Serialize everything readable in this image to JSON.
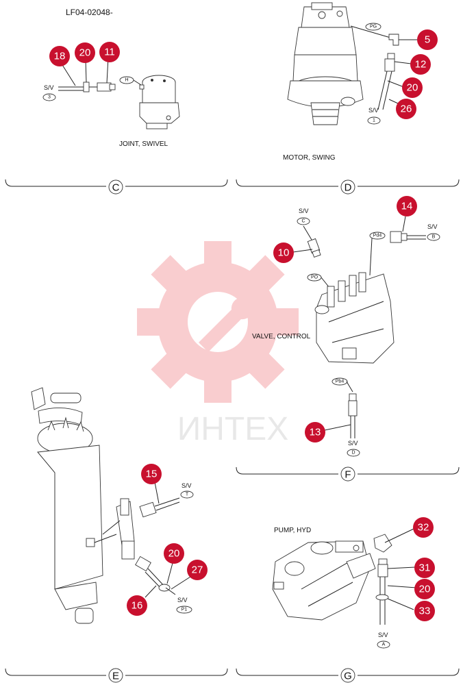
{
  "header": {
    "code": "LF04-02048-"
  },
  "watermark": {
    "text": "ИНТЕХ",
    "gear_color": "#e8202a"
  },
  "colors": {
    "callout": "#c8102e",
    "ink": "#111111"
  },
  "sections": {
    "C": {
      "label": "C",
      "component": "JOINT, SWIVEL",
      "port": "H",
      "sv_tag": "3",
      "sv_label": "S/V",
      "callouts": [
        "18",
        "20",
        "11"
      ]
    },
    "D": {
      "label": "D",
      "component": "MOTOR, SWING",
      "port": "PG",
      "sv_tag": "1",
      "sv_label": "S/V",
      "callouts": [
        "5",
        "12",
        "20",
        "26"
      ]
    },
    "F": {
      "label": "F",
      "component": "VALVE, CONTROL",
      "ports": [
        "PO",
        "Pd4",
        "Pb4"
      ],
      "sv": [
        {
          "label": "S/V",
          "tag": "C"
        },
        {
          "label": "S/V",
          "tag": "B"
        },
        {
          "label": "S/V",
          "tag": "D"
        }
      ],
      "callouts": [
        "10",
        "14",
        "13"
      ]
    },
    "E": {
      "label": "E",
      "sv": [
        {
          "label": "S/V",
          "tag": "T"
        },
        {
          "label": "S/V",
          "tag": "P1"
        }
      ],
      "callouts": [
        "15",
        "20",
        "27",
        "16"
      ]
    },
    "G": {
      "label": "G",
      "component": "PUMP, HYD",
      "sv_label": "S/V",
      "sv_tag": "A",
      "callouts": [
        "32",
        "31",
        "20",
        "33"
      ]
    }
  }
}
